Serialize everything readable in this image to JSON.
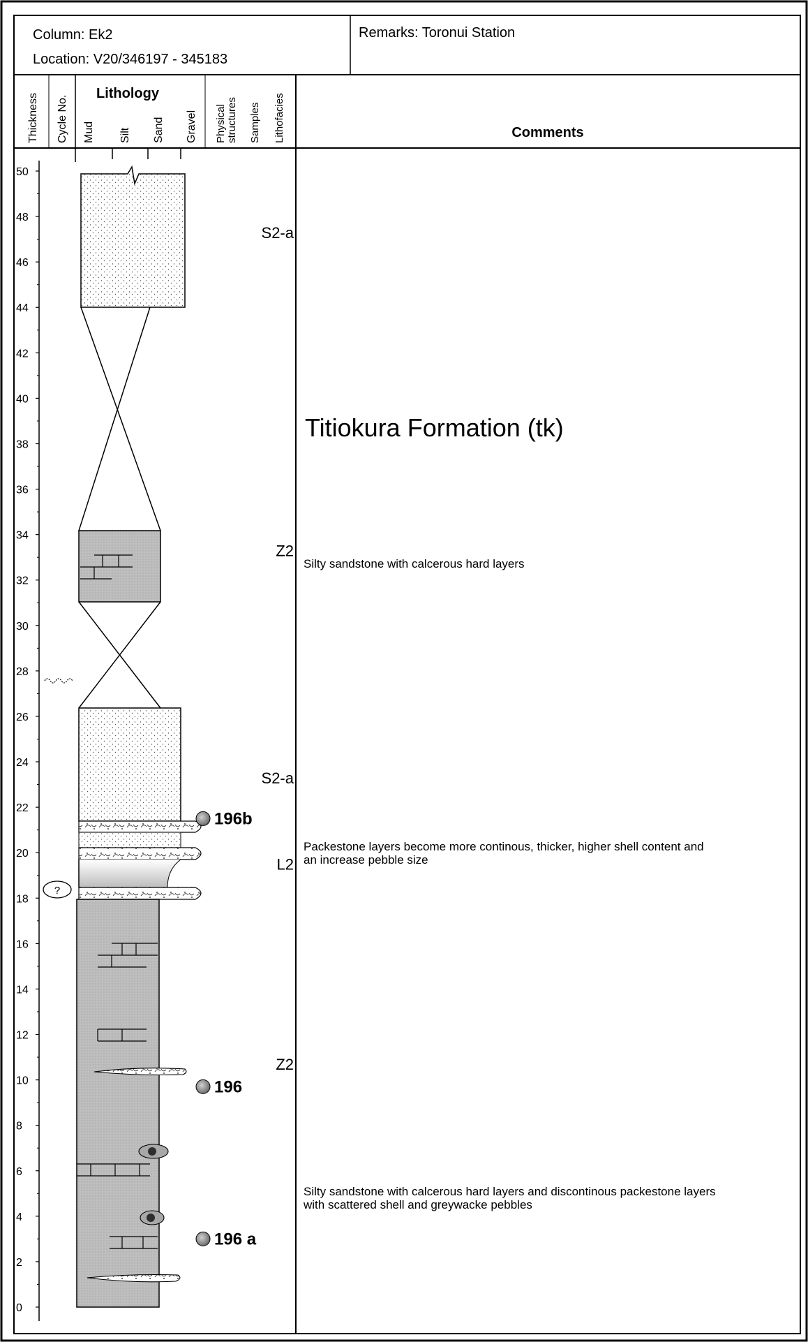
{
  "header": {
    "column": "Column: Ek2",
    "location": "Location: V20/346197 - 345183",
    "remarks": "Remarks: Toronui Station"
  },
  "columns": {
    "thickness": "Thickness",
    "cycle_no": "Cycle No.",
    "lithology": "Lithology",
    "mud": "Mud",
    "silt": "Silt",
    "sand": "Sand",
    "gravel": "Gravel",
    "physical_1": "Physical",
    "physical_2": "structures",
    "samples": "Samples",
    "lithofacies": "Lithofacies",
    "comments": "Comments"
  },
  "scale": {
    "unit": "m",
    "min": 0,
    "max": 50,
    "labels": [
      "0",
      "2",
      "4",
      "6",
      "8",
      "10",
      "12",
      "14",
      "16",
      "18",
      "20",
      "22",
      "24",
      "26",
      "28",
      "30",
      "32",
      "34",
      "36",
      "38",
      "40",
      "42",
      "44",
      "46",
      "48",
      "50"
    ]
  },
  "cycle_marker": "?",
  "lithofacies_labels": [
    {
      "text": "S2-a",
      "at": 47.3
    },
    {
      "text": "Z2",
      "at": 33.3
    },
    {
      "text": "S2-a",
      "at": 23.3
    },
    {
      "text": "L2",
      "at": 19.5
    },
    {
      "text": "Z2",
      "at": 10.7
    }
  ],
  "samples": [
    {
      "label": "196b",
      "at": 21.5
    },
    {
      "label": "196",
      "at": 9.7
    },
    {
      "label": "196 a",
      "at": 3.0
    }
  ],
  "comments": {
    "formation": "Titiokura Formation (tk)",
    "c1": "Silty sandstone with calcerous hard layers",
    "c2_line1": "Packestone layers become more continous, thicker, higher shell content and",
    "c2_line2": "an increase pebble size",
    "c3_line1": "Silty sandstone with calcerous hard layers and discontinous packestone layers",
    "c3_line2": "with scattered shell and greywacke pebbles"
  },
  "colors": {
    "line": "#000000",
    "mud_fill": "#b9b9b9",
    "sand_fill": "#ffffff",
    "stipple": "#555555",
    "sample_dot": "#9a9a9a"
  }
}
